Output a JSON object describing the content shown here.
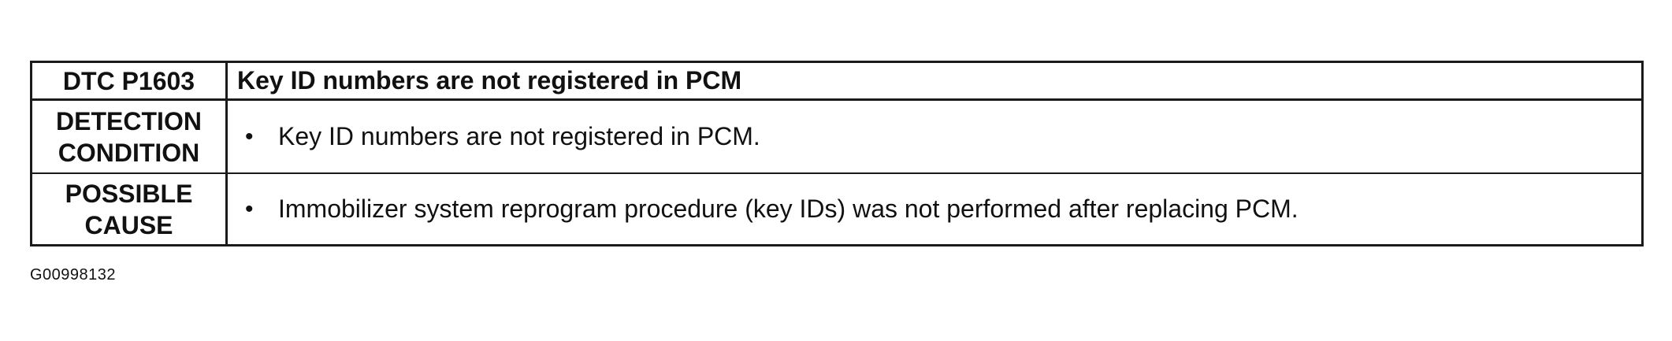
{
  "table": {
    "header": {
      "code": "DTC P1603",
      "description": "Key ID numbers are not registered in PCM"
    },
    "rows": [
      {
        "label": "DETECTION\nCONDITION",
        "bullet": "•",
        "text": "Key ID numbers are not registered in PCM."
      },
      {
        "label": "POSSIBLE\nCAUSE",
        "bullet": "•",
        "text": "Immobilizer system reprogram procedure (key IDs) was not performed after replacing PCM."
      }
    ]
  },
  "figure_id": "G00998132"
}
